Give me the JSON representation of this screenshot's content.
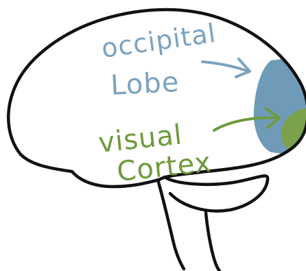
{
  "labels": {
    "lobe_line1": "occipital",
    "lobe_line2": "Lobe",
    "cortex_line1": "visual",
    "cortex_line2": "Cortex"
  },
  "colors": {
    "lobe": "#6f9bb8",
    "lobe_text": "#7aa3c0",
    "cortex": "#7ba14a",
    "cortex_text": "#6f9a3d",
    "outline": "#111111",
    "background": "#ffffff"
  }
}
